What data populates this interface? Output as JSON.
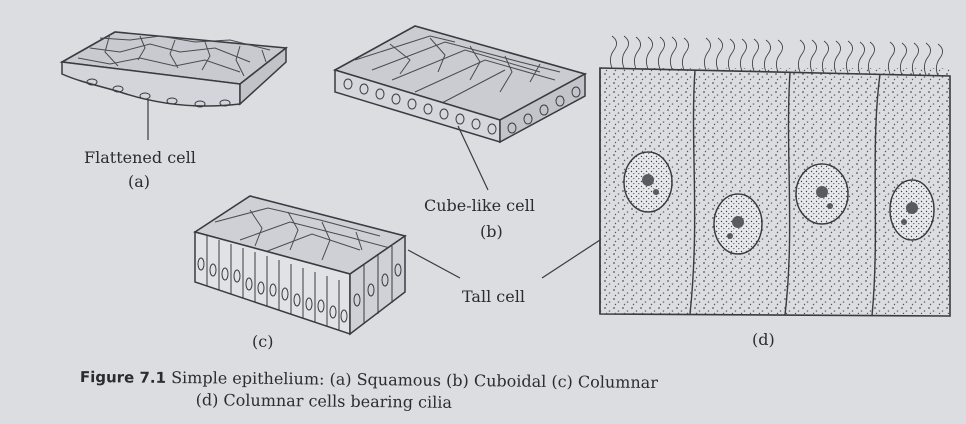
{
  "labels": {
    "flattened_cell": "Flattened cell",
    "a": "(a)",
    "cube_like_cell": "Cube-like cell",
    "b": "(b)",
    "tall_cell": "Tall cell",
    "c": "(c)",
    "d": "(d)"
  },
  "caption": {
    "figure_number": "Figure 7.1",
    "line1": "Simple epithelium: (a) Squamous (b) Cuboidal (c) Columnar",
    "line2": "(d) Columnar cells bearing cilia"
  }
}
